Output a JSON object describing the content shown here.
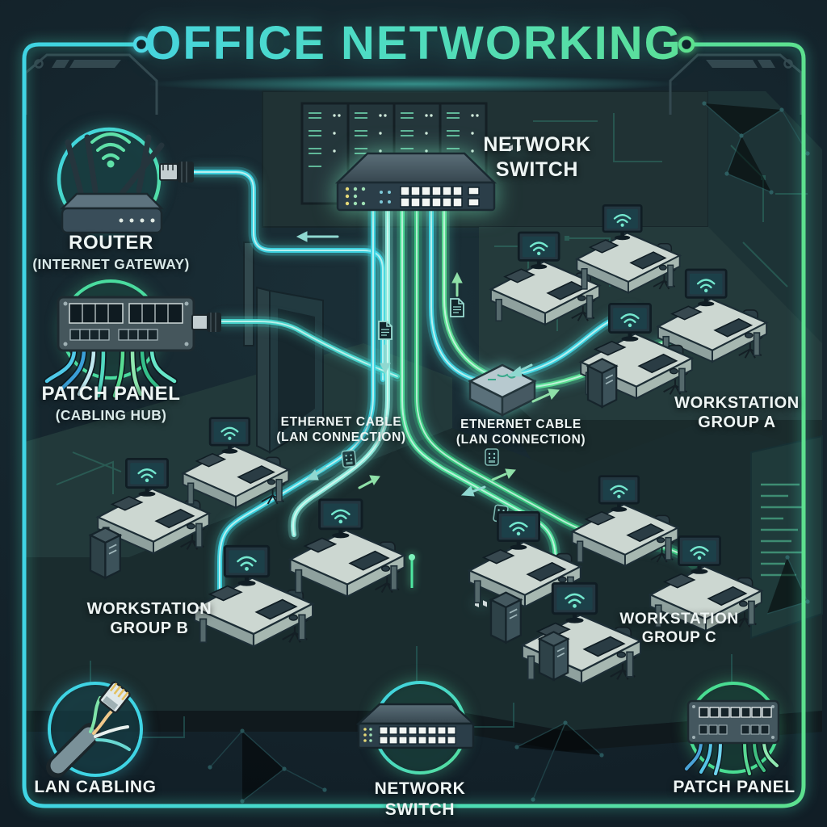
{
  "title": "OFFICE NETWORKING",
  "nodes": {
    "router": {
      "name": "ROUTER",
      "sub": "(INTERNET GATEWAY)"
    },
    "patch_panel": {
      "name": "PATCH PANEL",
      "sub": "(CABLING HUB)"
    },
    "network_switch": {
      "line1": "NETWORK",
      "line2": "SWITCH"
    },
    "ethernet_left": {
      "line1": "ETHERNET CABLE",
      "line2": "(LAN CONNECTION)"
    },
    "ethernet_right": {
      "line1": "ETNERNET CABLE",
      "line2": "(LAN CONNECTION)"
    },
    "group_a": {
      "line1": "WORKSTATION",
      "line2": "GROUP A"
    },
    "group_b": {
      "line1": "WORKSTATION",
      "line2": "GROUP B"
    },
    "group_c": {
      "line1": "WORKSTATION",
      "line2": "GROUP C"
    }
  },
  "legend": {
    "lan_cabling": "LAN CABLING",
    "network_switch": "NETWORK SWITCH",
    "patch_panel": "PATCH PANEL"
  },
  "icons": {
    "router-icon": "wireless router with four antennas and wifi arcs",
    "patch-panel-icon": "rack patch panel with colored cables",
    "network-switch-icon": "rack switch with two rows of ethernet ports",
    "mini-switch-icon": "small isometric desktop switch",
    "server-rack-icon": "server cabinet with LED units",
    "desk-workstation-icon": "isometric desk with wifi monitor, keyboard and chair",
    "ethernet-plug-icon": "RJ45 plug with boot",
    "lan-cable-icon": "UTP cable cutaway with twisted pairs and RJ45",
    "file-transfer-icon": "document with arrow showing data flow",
    "wall-socket-icon": "network wall outlet",
    "border-node-icon": "glowing circuit node dot",
    "wifi-icon": "wifi signal arcs"
  },
  "colors": {
    "background": "#15252d",
    "accent_cyan": "#41d6e6",
    "accent_green": "#5be18f",
    "text": "#eef5f4",
    "wall": "#233a3c",
    "floor": "#1a2c2e",
    "device_dark": "#2b3e49",
    "desk_top": "#ccd7d1"
  }
}
